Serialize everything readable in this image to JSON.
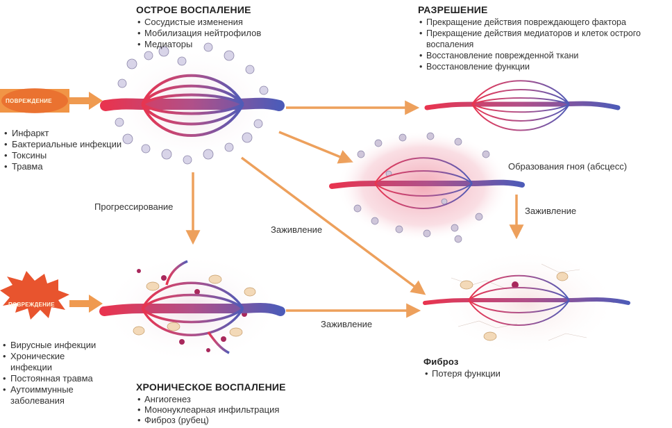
{
  "acute": {
    "title": "ОСТРОЕ ВОСПАЛЕНИЕ",
    "items": [
      "Сосудистые изменения",
      "Мобилизация нейтрофилов",
      "Медиаторы"
    ]
  },
  "resolution": {
    "title": "РАЗРЕШЕНИЕ",
    "items": [
      "Прекращение действия повреждающего фактора",
      "Прекращение действия медиаторов и клеток острого воспаления",
      "Восстановление поврежденной ткани",
      "Восстановление функции"
    ]
  },
  "acute_injury": {
    "arrow_label": "ПОВРЕЖДЕНИЕ",
    "causes": [
      "Инфаркт",
      "Бактериальные инфекции",
      "Токсины",
      "Травма"
    ]
  },
  "chronic_injury": {
    "arrow_label": "ПОВРЕЖДЕНИЕ",
    "causes": [
      "Вирусные инфекции",
      "Хронические инфекции",
      "Постоянная травма",
      "Аутоиммунные заболевания"
    ]
  },
  "chronic": {
    "title": "ХРОНИЧЕСКОЕ ВОСПАЛЕНИЕ",
    "items": [
      "Ангиогенез",
      "Мононуклеарная инфильтрация",
      "Фиброз (рубец)"
    ]
  },
  "fibrosis": {
    "title": "Фиброз",
    "items": [
      "Потеря функции"
    ]
  },
  "labels": {
    "progression": "Прогрессирование",
    "abscess": "Образования гноя (абсцесс)",
    "healing_center": "Заживление",
    "healing_right": "Заживление",
    "healing_bottom": "Заживление"
  },
  "colors": {
    "arrow": "#eda05c",
    "artery": "#e0445a",
    "vein": "#5a62b8",
    "injury_burst": "#e8542e",
    "pus_halo": "#e9a6b4"
  }
}
